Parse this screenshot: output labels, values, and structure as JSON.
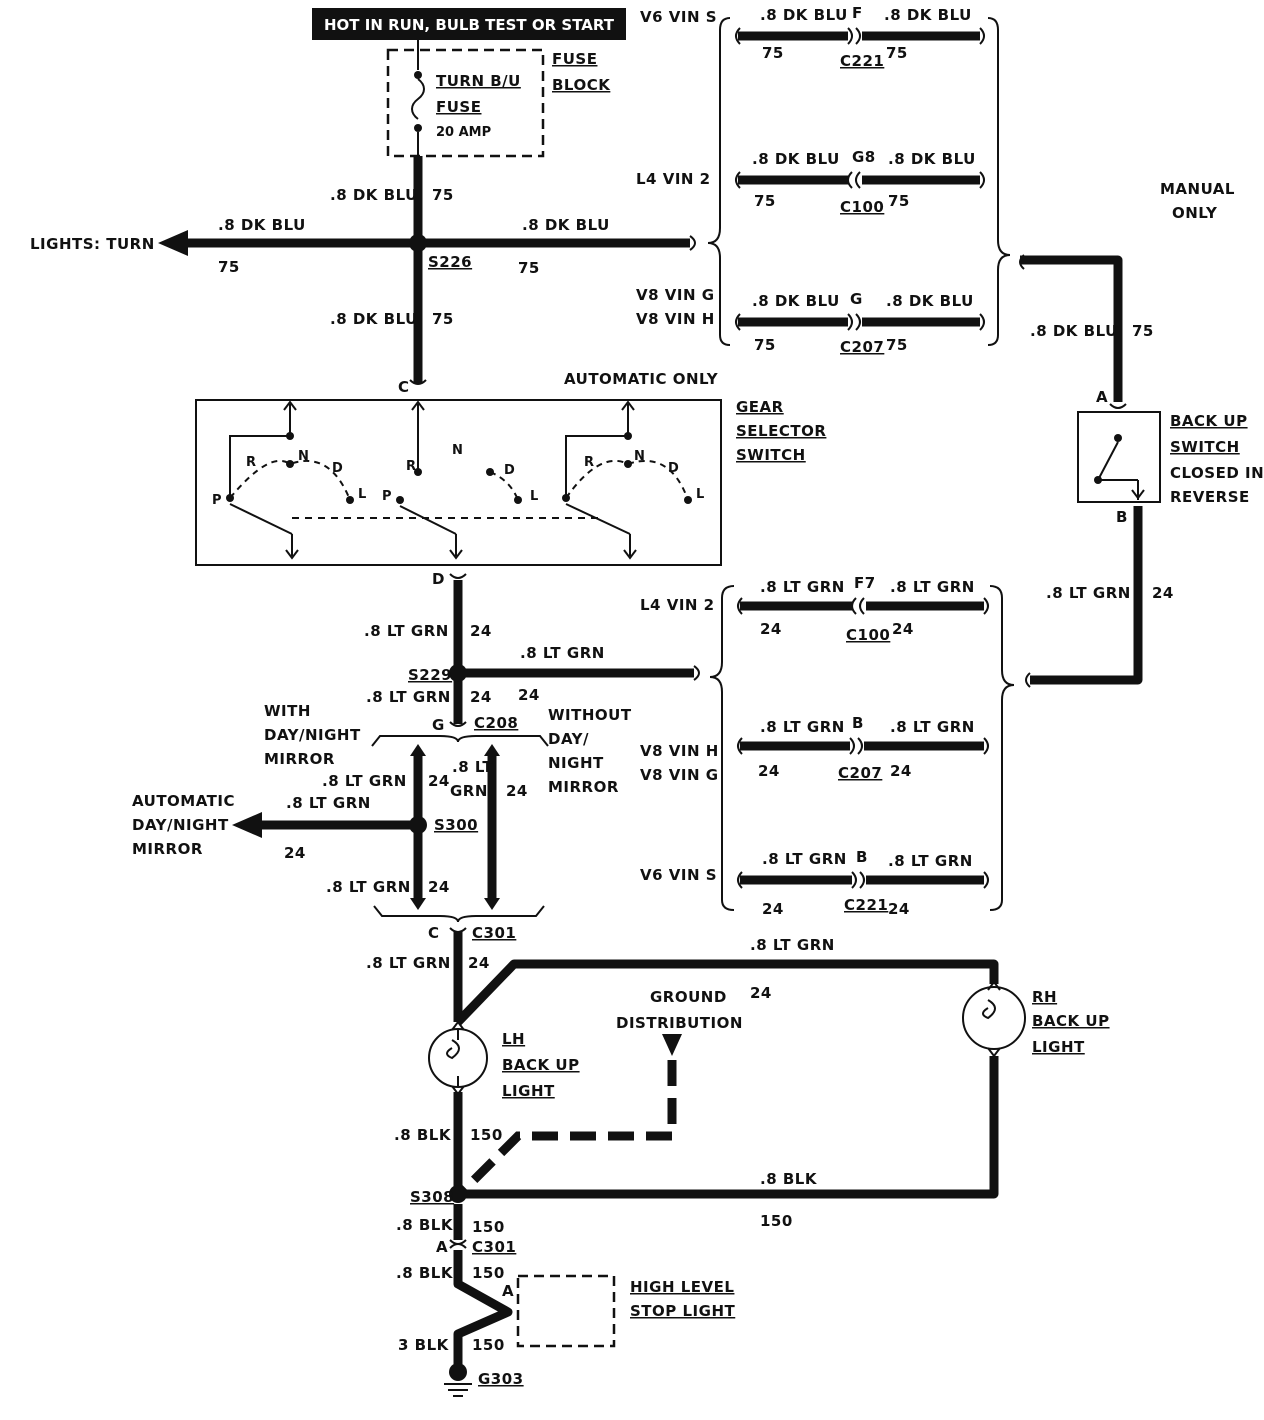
{
  "header": {
    "banner": "HOT IN RUN, BULB TEST OR START"
  },
  "fuse": {
    "block_label_1": "FUSE",
    "block_label_2": "BLOCK",
    "name_1": "TURN B/U",
    "name_2": "FUSE",
    "rating": "20 AMP"
  },
  "wires": {
    "blu": ".8 DK BLU",
    "blu_circuit": "75",
    "grn": ".8 LT GRN",
    "grn_split_1": ".8 LT",
    "grn_split_2": "GRN",
    "grn_circuit": "24",
    "blk": ".8 BLK",
    "blk_circuit": "150",
    "blk_heavy": "3 BLK"
  },
  "splices": {
    "s226": "S226",
    "s229": "S229",
    "s300": "S300",
    "s308": "S308"
  },
  "destinations": {
    "lights_turn": "LIGHTS: TURN",
    "mirror_1": "AUTOMATIC",
    "mirror_2": "DAY/NIGHT",
    "mirror_3": "MIRROR"
  },
  "connectors_top": [
    {
      "label": "V6 VIN S",
      "cavity": "F",
      "connector": "C221"
    },
    {
      "label": "L4 VIN 2",
      "cavity": "G8",
      "connector": "C100"
    },
    {
      "label_1": "V8 VIN G",
      "label_2": "V8 VIN H",
      "cavity": "G",
      "connector": "C207"
    }
  ],
  "connectors_bottom": [
    {
      "label": "L4 VIN 2",
      "cavity": "F7",
      "connector": "C100"
    },
    {
      "label_1": "V8 VIN H",
      "label_2": "V8 VIN G",
      "cavity": "B",
      "connector": "C207"
    },
    {
      "label": "V6 VIN S",
      "cavity": "B",
      "connector": "C221"
    }
  ],
  "manual": {
    "line_1": "MANUAL",
    "line_2": "ONLY"
  },
  "automatic_only": "AUTOMATIC ONLY",
  "gear_selector": {
    "line_1": "GEAR",
    "line_2": "SELECTOR",
    "line_3": "SWITCH",
    "pin_in": "C",
    "pin_out": "D"
  },
  "gear_positions": {
    "p": "P",
    "r": "R",
    "n": "N",
    "d": "D",
    "l": "L"
  },
  "backup_switch": {
    "line_1": "BACK UP",
    "line_2": "SWITCH",
    "line_3": "CLOSED IN",
    "line_4": "REVERSE",
    "pin_a": "A",
    "pin_b": "B"
  },
  "mirror_options": {
    "with_1": "WITH",
    "with_2": "DAY/NIGHT",
    "with_3": "MIRROR",
    "without_1": "WITHOUT",
    "without_2": "DAY/",
    "without_3": "NIGHT",
    "without_4": "MIRROR"
  },
  "c208": {
    "pin": "G",
    "name": "C208"
  },
  "c301": {
    "pin_c": "C",
    "pin_a": "A",
    "name": "C301"
  },
  "lh_light": {
    "line_1": "LH",
    "line_2": "BACK UP",
    "line_3": "LIGHT"
  },
  "rh_light": {
    "line_1": "RH",
    "line_2": "BACK UP",
    "line_3": "LIGHT"
  },
  "ground_dist": {
    "line_1": "GROUND",
    "line_2": "DISTRIBUTION"
  },
  "stop_light": {
    "line_1": "HIGH LEVEL",
    "line_2": "STOP LIGHT",
    "pin": "A"
  },
  "ground": "G303"
}
